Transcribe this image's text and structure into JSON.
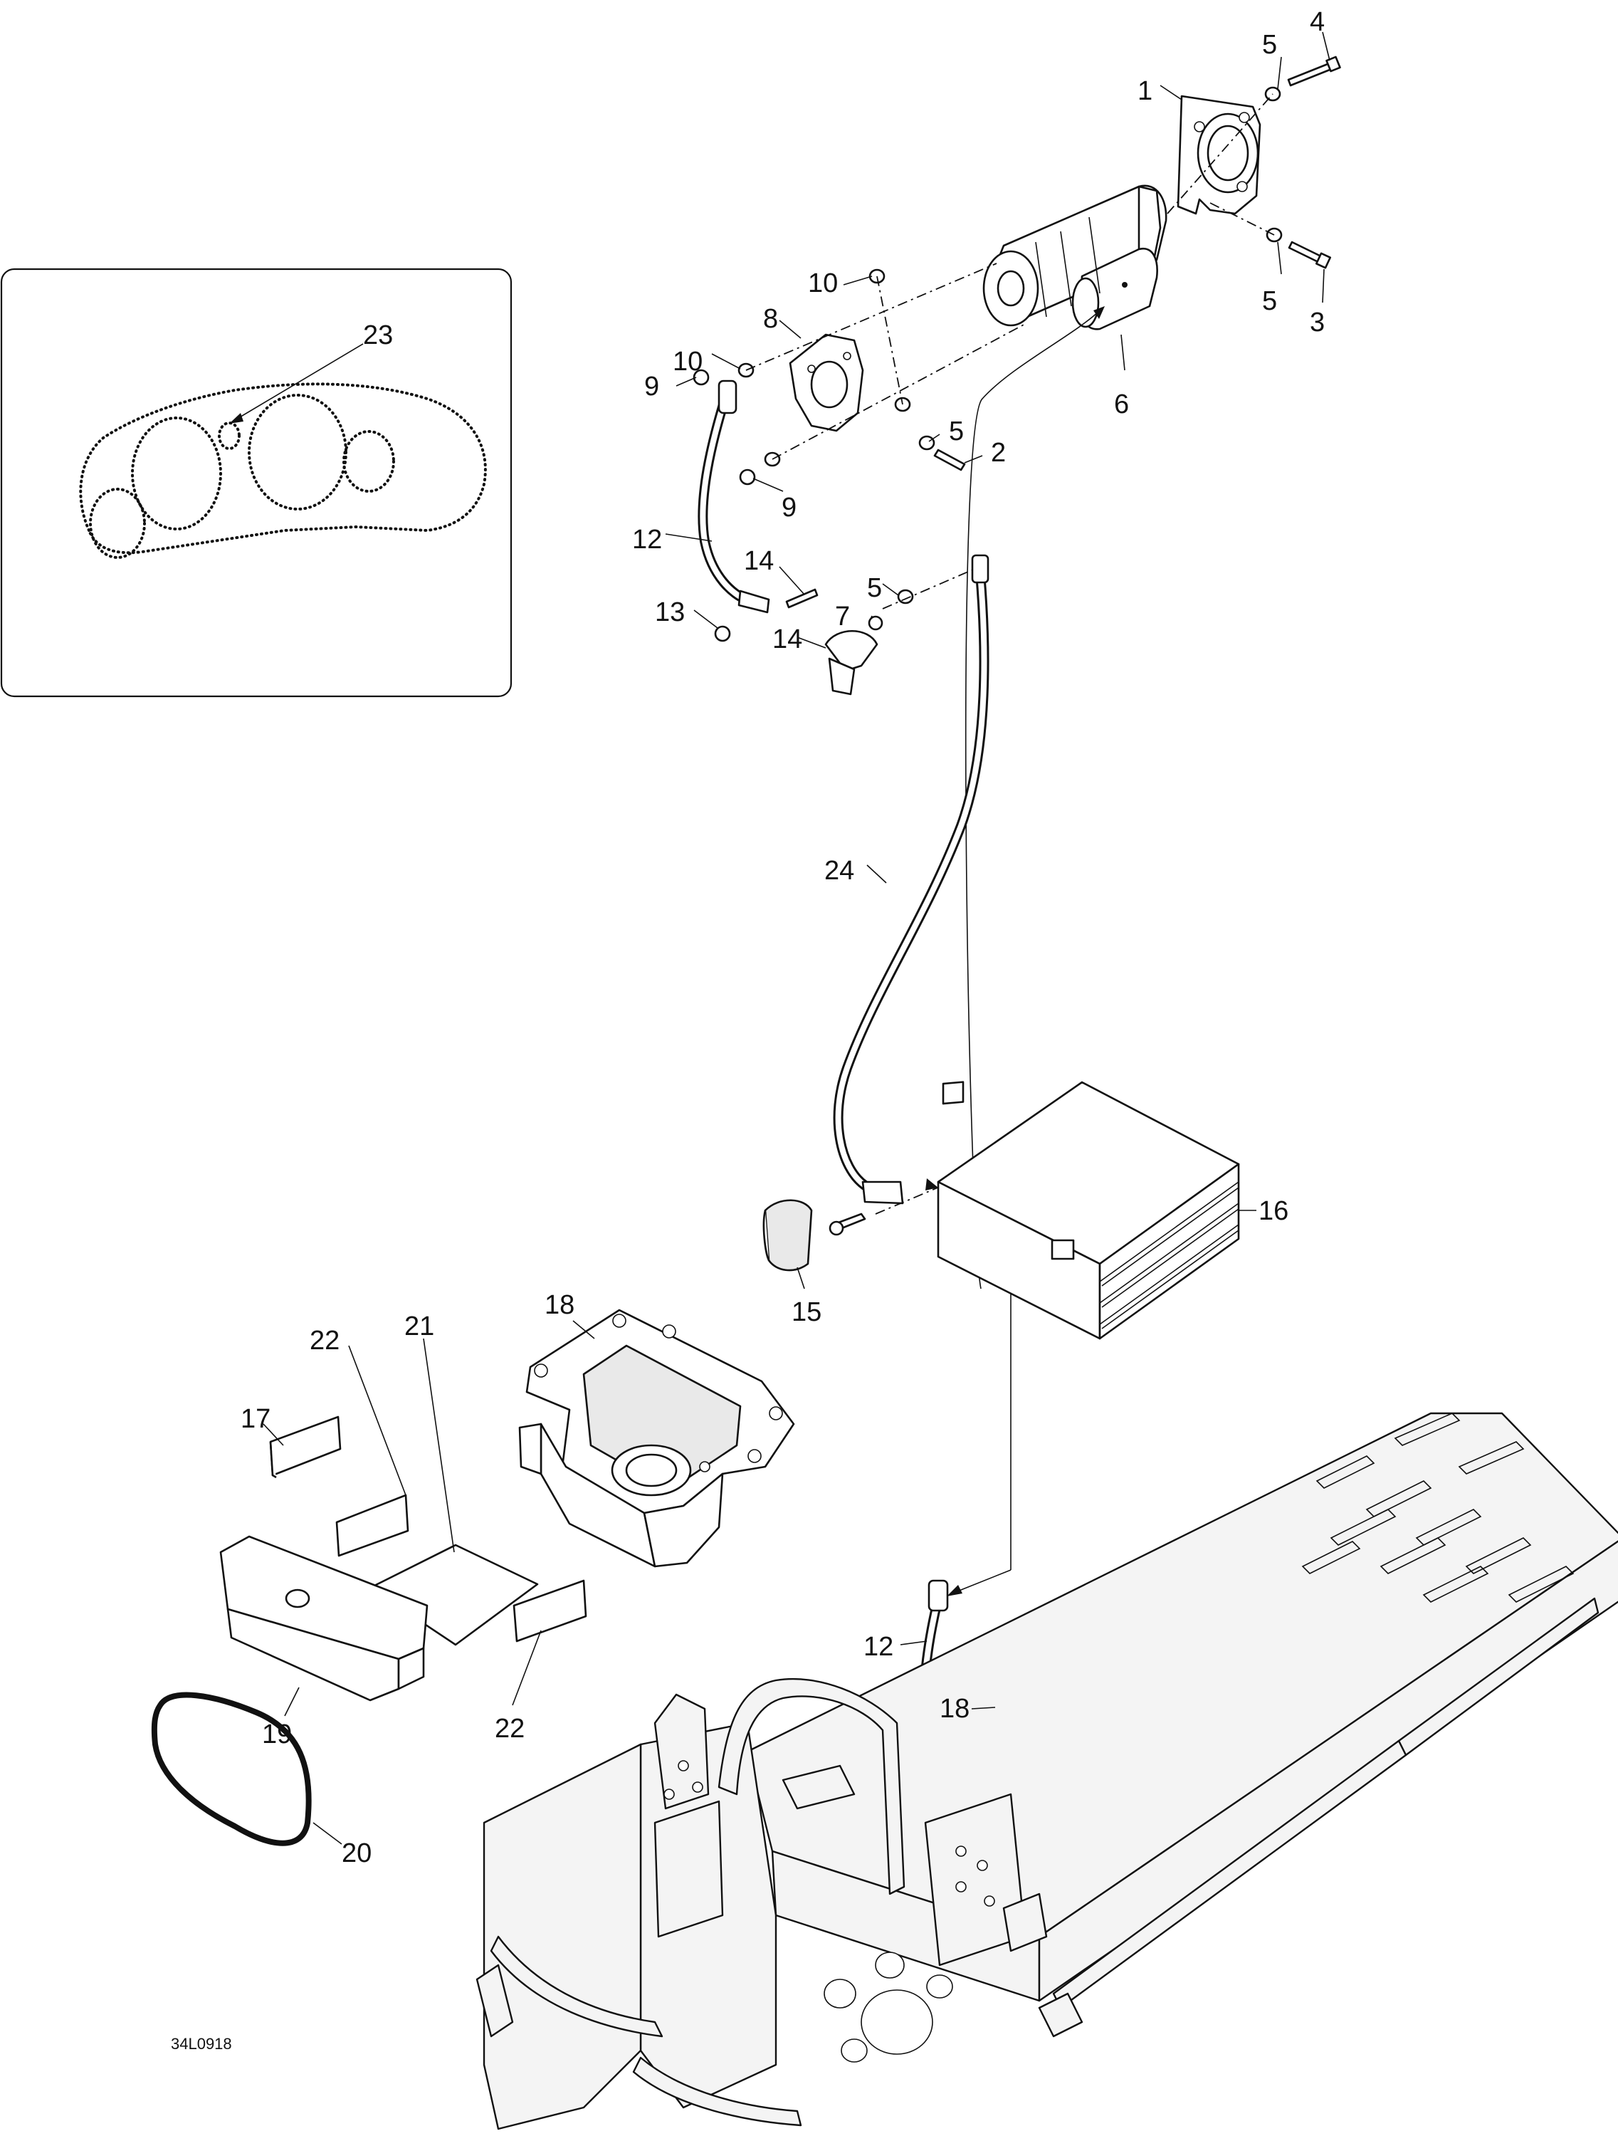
{
  "diagram": {
    "drawing_code": "34L0918",
    "callouts": {
      "c1": "1",
      "c2": "2",
      "c3": "3",
      "c4": "4",
      "c5a": "5",
      "c5b": "5",
      "c5c": "5",
      "c5d": "5",
      "c6": "6",
      "c7": "7",
      "c8": "8",
      "c9a": "9",
      "c9b": "9",
      "c10a": "10",
      "c10b": "10",
      "c12a": "12",
      "c12b": "12",
      "c13": "13",
      "c14a": "14",
      "c14b": "14",
      "c15": "15",
      "c16": "16",
      "c17": "17",
      "c18a": "18",
      "c18b": "18",
      "c19": "19",
      "c20": "20",
      "c21": "21",
      "c22a": "22",
      "c22b": "22",
      "c23": "23",
      "c24": "24"
    }
  }
}
